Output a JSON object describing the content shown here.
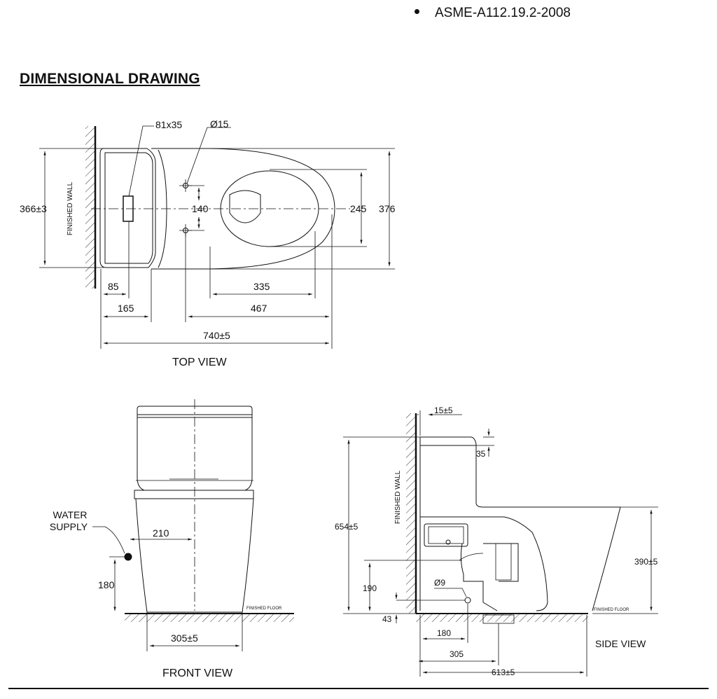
{
  "bullet": "ASME-A112.19.2-2008",
  "section_title": "DIMENSIONAL DRAWING",
  "top_view": {
    "caption": "TOP VIEW",
    "wall_label": "FINISHED WALL",
    "dim_81x35": "81x35",
    "dim_d15": "Ø15",
    "dim_366": "366±3",
    "dim_140": "140",
    "dim_245": "245",
    "dim_376": "376",
    "dim_85": "85",
    "dim_335": "335",
    "dim_165": "165",
    "dim_467": "467",
    "dim_740": "740±5"
  },
  "front_view": {
    "caption": "FRONT VIEW",
    "water_supply_1": "WATER",
    "water_supply_2": "SUPPLY",
    "dim_210": "210",
    "dim_180": "180",
    "dim_305": "305±5",
    "floor_label": "FINISHED FLOOR"
  },
  "side_view": {
    "caption": "SIDE VIEW",
    "wall_label": "FINISHED WALL",
    "floor_label": "FINISHED FLOOR",
    "dim_15": "15±5",
    "dim_35": "35",
    "dim_654": "654±5",
    "dim_390": "390±5",
    "dim_d9": "Ø9",
    "dim_190": "190",
    "dim_43": "43",
    "dim_180": "180",
    "dim_305": "305",
    "dim_613": "613±5"
  }
}
